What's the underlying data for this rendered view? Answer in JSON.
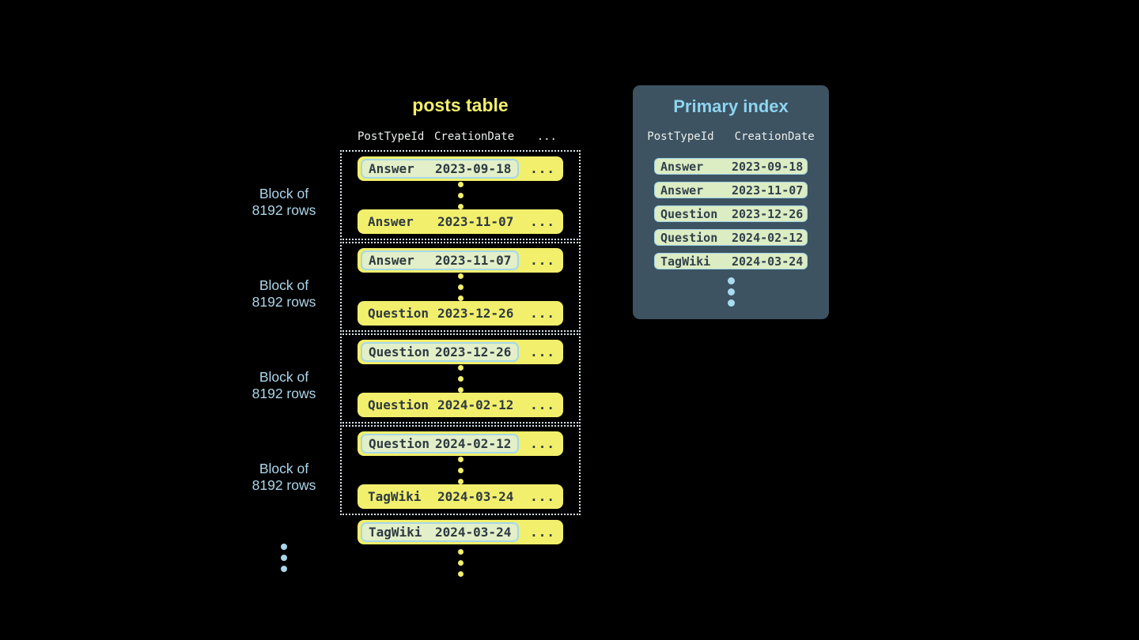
{
  "posts_table": {
    "title": "posts table",
    "header": {
      "col1": "PostTypeId",
      "col2": "CreationDate",
      "col3": "..."
    },
    "blocks": [
      {
        "label_line1": "Block of",
        "label_line2": "8192 rows",
        "first_row": {
          "type": "Answer",
          "date": "2023-09-18",
          "more": "..."
        },
        "last_row": {
          "type": "Answer",
          "date": "2023-11-07",
          "more": "..."
        }
      },
      {
        "label_line1": "Block of",
        "label_line2": "8192 rows",
        "first_row": {
          "type": "Answer",
          "date": "2023-11-07",
          "more": "..."
        },
        "last_row": {
          "type": "Question",
          "date": "2023-12-26",
          "more": "..."
        }
      },
      {
        "label_line1": "Block of",
        "label_line2": "8192 rows",
        "first_row": {
          "type": "Question",
          "date": "2023-12-26",
          "more": "..."
        },
        "last_row": {
          "type": "Question",
          "date": "2024-02-12",
          "more": "..."
        }
      },
      {
        "label_line1": "Block of",
        "label_line2": "8192 rows",
        "first_row": {
          "type": "Question",
          "date": "2024-02-12",
          "more": "..."
        },
        "last_row": {
          "type": "TagWiki",
          "date": "2024-03-24",
          "more": "..."
        }
      }
    ],
    "overflow_row": {
      "type": "TagWiki",
      "date": "2024-03-24",
      "more": "..."
    }
  },
  "primary_index": {
    "title": "Primary index",
    "header": {
      "col1": "PostTypeId",
      "col2": "CreationDate"
    },
    "rows": [
      {
        "type": "Answer",
        "date": "2023-09-18"
      },
      {
        "type": "Answer",
        "date": "2023-11-07"
      },
      {
        "type": "Question",
        "date": "2023-12-26"
      },
      {
        "type": "Question",
        "date": "2024-02-12"
      },
      {
        "type": "TagWiki",
        "date": "2024-03-24"
      }
    ]
  },
  "colors": {
    "background": "#000000",
    "row_yellow": "#f2ef6c",
    "highlight_green": "#e2efc8",
    "highlight_border_blue": "#a5d8e8",
    "index_panel_bg": "#3d5362",
    "accent_blue": "#8ed4f0",
    "label_blue": "#abd7ea",
    "dark_text": "#2e3a42",
    "header_text": "#e9efe9",
    "dotted_border": "#d6e6ee"
  }
}
